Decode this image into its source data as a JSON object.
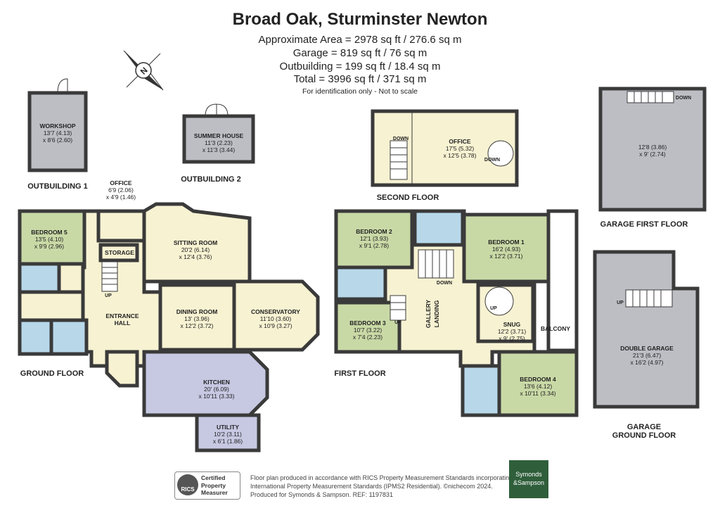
{
  "header": {
    "title": "Broad Oak, Sturminster Newton",
    "area_lines": [
      "Approximate Area = 2978 sq ft / 276.6 sq m",
      "Garage = 819 sq ft / 76 sq m",
      "Outbuilding = 199 sq ft / 18.4 sq m",
      "Total = 3996 sq ft / 371 sq m"
    ],
    "note": "For identification only - Not to scale"
  },
  "compass": {
    "label": "N"
  },
  "floors": {
    "outbuilding1": "OUTBUILDING 1",
    "outbuilding2": "OUTBUILDING 2",
    "ground": "GROUND FLOOR",
    "first": "FIRST FLOOR",
    "second": "SECOND FLOOR",
    "garage_first": "GARAGE FIRST FLOOR",
    "garage_ground_1": "GARAGE",
    "garage_ground_2": "GROUND FLOOR"
  },
  "rooms": {
    "workshop": {
      "name": "WORKSHOP",
      "dim1": "13'7 (4.13)",
      "dim2": "x 8'6 (2.60)"
    },
    "summer_house": {
      "name": "SUMMER HOUSE",
      "dim1": "11'3 (2.23)",
      "dim2": "x 11'3 (3.44)"
    },
    "office_gf": {
      "name": "OFFICE",
      "dim1": "6'9 (2.06)",
      "dim2": "x 4'9 (1.46)"
    },
    "bedroom5": {
      "name": "BEDROOM 5",
      "dim1": "13'5 (4.10)",
      "dim2": "x 9'9 (2.96)"
    },
    "storage": {
      "name": "STORAGE"
    },
    "sitting_room": {
      "name": "SITTING ROOM",
      "dim1": "20'2 (6.14)",
      "dim2": "x 12'4 (3.76)"
    },
    "entrance_hall": {
      "name1": "ENTRANCE",
      "name2": "HALL"
    },
    "dining_room": {
      "name": "DINING ROOM",
      "dim1": "13' (3.96)",
      "dim2": "x 12'2 (3.72)"
    },
    "conservatory": {
      "name": "CONSERVATORY",
      "dim1": "11'10 (3.60)",
      "dim2": "x 10'9 (3.27)"
    },
    "kitchen": {
      "name": "KITCHEN",
      "dim1": "20' (6.09)",
      "dim2": "x 10'11 (3.33)"
    },
    "utility": {
      "name": "UTILITY",
      "dim1": "10'2 (3.11)",
      "dim2": "x 6'1 (1.86)"
    },
    "office_2f": {
      "name": "OFFICE",
      "dim1": "17'5 (5.32)",
      "dim2": "x 12'5 (3.78)"
    },
    "bedroom2": {
      "name": "BEDROOM 2",
      "dim1": "12'1 (3.93)",
      "dim2": "x 9'1 (2.78)"
    },
    "bedroom1": {
      "name": "BEDROOM 1",
      "dim1": "16'2 (4.93)",
      "dim2": "x 12'2 (3.71)"
    },
    "bedroom3": {
      "name": "BEDROOM 3",
      "dim1": "10'7 (3.22)",
      "dim2": "x 7'4 (2.23)"
    },
    "gallery_landing": {
      "name1": "GALLERY",
      "name2": "LANDING"
    },
    "snug": {
      "name": "SNUG",
      "dim1": "12'2 (3.71)",
      "dim2": "x 9' (2.75)"
    },
    "balcony": {
      "name": "BALCONY"
    },
    "bedroom4": {
      "name": "BEDROOM 4",
      "dim1": "13'6 (4.12)",
      "dim2": "x 10'11 (3.34)"
    },
    "garage_loft": {
      "dim1": "12'8 (3.86)",
      "dim2": "x 9' (2.74)"
    },
    "double_garage": {
      "name": "DOUBLE GARAGE",
      "dim1": "21'3 (6.47)",
      "dim2": "x 16'2 (4.97)"
    }
  },
  "stair_labels": {
    "up": "UP",
    "down": "DOWN"
  },
  "footer": {
    "lines": [
      "Floor plan produced in accordance with RICS Property Measurement Standards incorporating",
      "International Property Measurement Standards (IPMS2 Residential). ©nichecom 2024.",
      "Produced for Symonds & Sampson.   REF: 1197831"
    ],
    "rics_logo": "RICS",
    "rics_badge": [
      "Certified",
      "Property",
      "Measurer"
    ],
    "brand": [
      "Symonds",
      "&Sampson"
    ]
  },
  "colors": {
    "room_green": "#c9d9a6",
    "room_cream": "#f7f2d2",
    "room_lilac": "#c7c9e3",
    "room_grey": "#bcbec4",
    "bathroom_blue": "#b8d8ea",
    "wall": "#3a3a3a",
    "brand_green": "#2f5e3a"
  }
}
